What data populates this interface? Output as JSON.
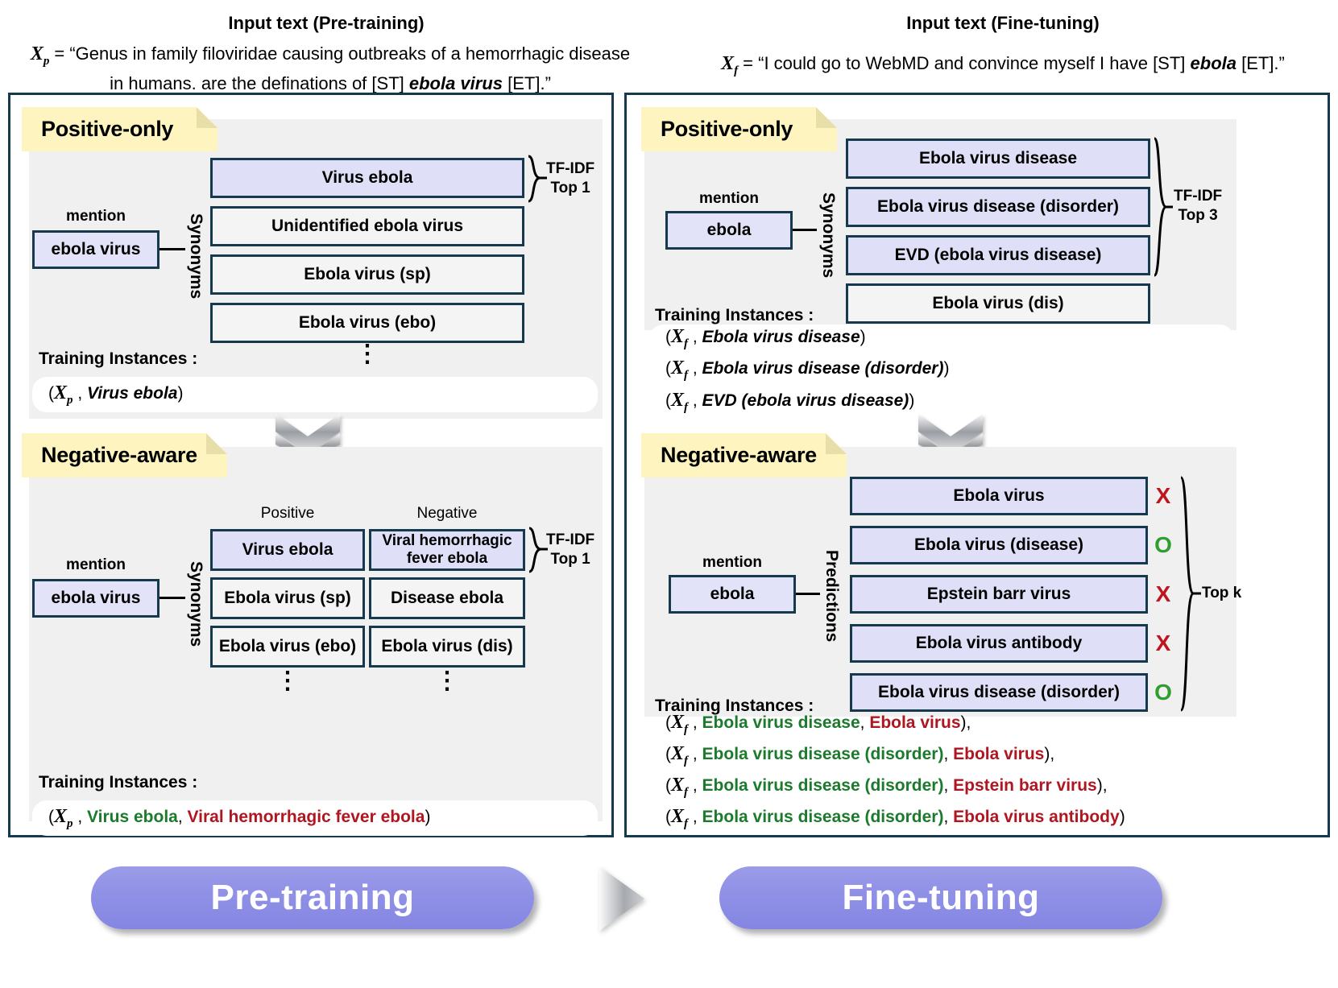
{
  "colors": {
    "panel_border": "#17394d",
    "box_fill_highlight": "#dfe0f8",
    "box_fill_plain": "#f4f4f4",
    "tab_yellow": "#fdf4c0",
    "stage_gray": "#f0f0f0",
    "positive_green": "#1b7a2b",
    "negative_red": "#b01620",
    "pill_purple": "#8f90e6"
  },
  "left": {
    "header": {
      "title": "Input text (Pre-training)",
      "var": "X",
      "var_sub": "p",
      "eq": "= ",
      "line1_pre": "“Genus in family filoviridae causing outbreaks of a hemorrhagic disease",
      "line2_pre": "in humans. are the definations of [ST] ",
      "line2_bold": "ebola virus",
      "line2_post": " [ET].”"
    },
    "positive": {
      "tab": "Positive-only",
      "mention_label": "mention",
      "mention": "ebola virus",
      "relation_label": "Synonyms",
      "candidates": [
        {
          "text": "Virus ebola",
          "highlight": true
        },
        {
          "text": "Unidentified ebola virus",
          "highlight": false
        },
        {
          "text": "Ebola virus (sp)",
          "highlight": false
        },
        {
          "text": "Ebola virus (ebo)",
          "highlight": false
        }
      ],
      "bracket_label_1": "TF-IDF",
      "bracket_label_2": "Top 1",
      "ellipsis": "⋮",
      "ti_label": "Training Instances :",
      "instances": [
        {
          "x": "X",
          "x_sub": "p",
          "parts": [
            {
              "t": "Virus ebola",
              "c": "ital"
            }
          ]
        }
      ]
    },
    "negative": {
      "tab": "Negative-aware",
      "mention_label": "mention",
      "mention": "ebola virus",
      "relation_label": "Synonyms",
      "col_positive": "Positive",
      "col_negative": "Negative",
      "positives": [
        {
          "text": "Virus ebola",
          "highlight": true
        },
        {
          "text": "Ebola virus (sp)",
          "highlight": false
        },
        {
          "text": "Ebola virus (ebo)",
          "highlight": false
        }
      ],
      "negatives": [
        {
          "text": "Viral hemorrhagic fever ebola",
          "highlight": true
        },
        {
          "text": "Disease ebola",
          "highlight": false
        },
        {
          "text": "Ebola virus (dis)",
          "highlight": false
        }
      ],
      "bracket_label_1": "TF-IDF",
      "bracket_label_2": "Top 1",
      "ellipsis": "⋮",
      "ti_label": "Training Instances :",
      "instances": [
        {
          "x": "X",
          "x_sub": "p",
          "pos": "Virus ebola",
          "neg": "Viral hemorrhagic fever ebola"
        }
      ]
    }
  },
  "right": {
    "header": {
      "title": "Input text (Fine-tuning)",
      "var": "X",
      "var_sub": "f",
      "line1_pre": "“I could go to WebMD and convince myself I have [ST] ",
      "line1_bold": "ebola",
      "line1_post": " [ET].”"
    },
    "positive": {
      "tab": "Positive-only",
      "mention_label": "mention",
      "mention": "ebola",
      "relation_label": "Synonyms",
      "candidates": [
        {
          "text": "Ebola virus disease",
          "highlight": true
        },
        {
          "text": "Ebola virus disease (disorder)",
          "highlight": true
        },
        {
          "text": "EVD (ebola virus disease)",
          "highlight": true
        },
        {
          "text": "Ebola virus (dis)",
          "highlight": false
        }
      ],
      "bracket_label_1": "TF-IDF",
      "bracket_label_2": "Top 3",
      "ti_label": "Training Instances :",
      "instances": [
        {
          "x": "X",
          "x_sub": "f",
          "text": "Ebola virus disease",
          "close": ")"
        },
        {
          "x": "X",
          "x_sub": "f",
          "text": "Ebola virus disease (disorder)",
          "close": ")"
        },
        {
          "x": "X",
          "x_sub": "f",
          "text": "EVD (ebola virus disease)",
          "close": ")"
        }
      ]
    },
    "negative": {
      "tab": "Negative-aware",
      "mention_label": "mention",
      "mention": "ebola",
      "relation_label": "Predictions",
      "predictions": [
        {
          "text": "Ebola virus",
          "mark": "X"
        },
        {
          "text": "Ebola virus (disease)",
          "mark": "O"
        },
        {
          "text": "Epstein barr virus",
          "mark": "X"
        },
        {
          "text": "Ebola virus antibody",
          "mark": "X"
        },
        {
          "text": "Ebola virus disease (disorder)",
          "mark": "O"
        }
      ],
      "bracket_label": "Top k",
      "ti_label": "Training Instances :",
      "instances": [
        {
          "x": "X",
          "x_sub": "f",
          "pos": "Ebola virus disease",
          "neg": "Ebola virus",
          "close": "),"
        },
        {
          "x": "X",
          "x_sub": "f",
          "pos": "Ebola virus disease (disorder)",
          "neg": "Ebola virus",
          "close": "),"
        },
        {
          "x": "X",
          "x_sub": "f",
          "pos": "Ebola virus disease (disorder)",
          "neg": "Epstein barr virus",
          "close": "),"
        },
        {
          "x": "X",
          "x_sub": "f",
          "pos": "Ebola virus disease (disorder)",
          "neg": "Ebola virus antibody",
          "close": ")"
        }
      ]
    }
  },
  "footer": {
    "left_pill": "Pre-training",
    "right_pill": "Fine-tuning"
  }
}
